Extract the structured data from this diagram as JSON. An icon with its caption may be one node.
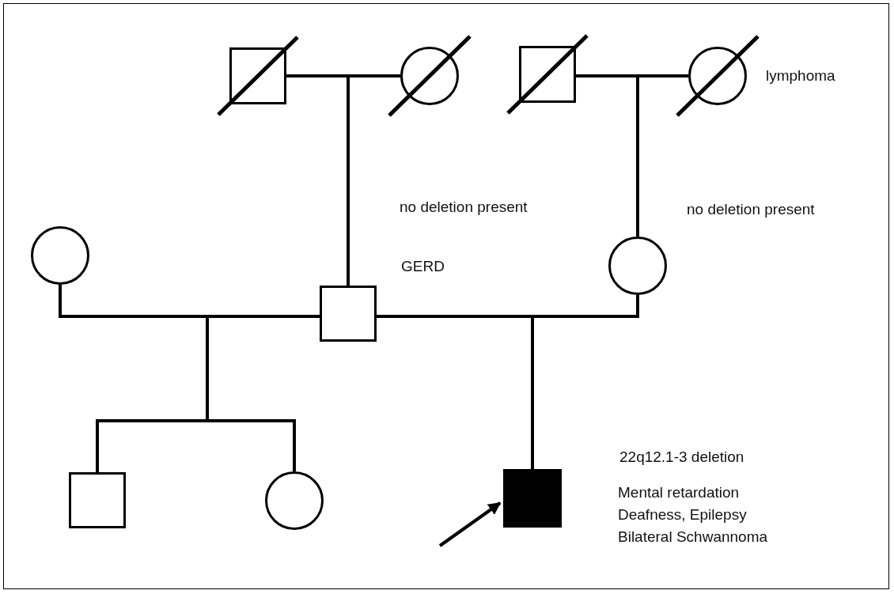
{
  "diagram": {
    "nodes": [
      {
        "text": [],
        "shape": "square"
      },
      {
        "text": [],
        "shape": "circle"
      },
      {
        "text": [],
        "shape": "square"
      },
      {
        "text": [],
        "shape": "circle",
        "beside": [
          "lymphoma"
        ]
      },
      {
        "text": [],
        "shape": "circle"
      },
      {
        "text": [],
        "shape": "square",
        "beside": [
          "no deletion present",
          "GERD"
        ]
      },
      {
        "text": [],
        "shape": "circle",
        "beside": [
          "no deletion present"
        ]
      },
      {
        "text": [],
        "shape": "square"
      },
      {
        "text": [],
        "shape": "circle"
      },
      {
        "text": [],
        "shape": "square",
        "beside": [
          "22q12.1-3 deletion",
          "Mental retardation Deafness, Epilepsy Bilateral Schwannoma"
        ]
      }
    ],
    "edges": [
      {
        "from": 0,
        "to": 1,
        "arrow": "none"
      },
      {
        "from": 0,
        "to": 5,
        "arrow": "none"
      },
      {
        "from": 1,
        "to": 5,
        "arrow": "none"
      },
      {
        "from": 2,
        "to": 3,
        "arrow": "none"
      },
      {
        "from": 2,
        "to": 6,
        "arrow": "none"
      },
      {
        "from": 3,
        "to": 6,
        "arrow": "none"
      },
      {
        "from": 4,
        "to": 5,
        "arrow": "none"
      },
      {
        "from": 5,
        "to": 6,
        "arrow": "none"
      },
      {
        "from": 4,
        "to": 7,
        "arrow": "none"
      },
      {
        "from": 4,
        "to": 8,
        "arrow": "none"
      },
      {
        "from": 5,
        "to": 7,
        "arrow": "none"
      },
      {
        "from": 5,
        "to": 8,
        "arrow": "none"
      },
      {
        "from": 5,
        "to": 9,
        "arrow": "none"
      },
      {
        "from": 6,
        "to": 9,
        "arrow": "none"
      },
      {
        "from": null,
        "to": 9,
        "arrow": "to"
      }
    ]
  }
}
